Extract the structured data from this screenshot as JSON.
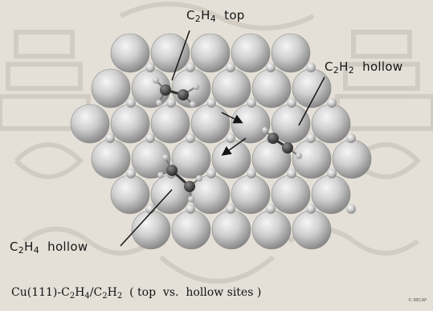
{
  "labels": {
    "c2h4_top": {
      "formula": "C",
      "s1": "2",
      "h": "H",
      "s2": "4",
      "site": "top"
    },
    "c2h2_hollow": {
      "formula": "C",
      "s1": "2",
      "h": "H",
      "s2": "2",
      "site": "hollow"
    },
    "c2h4_hollow": {
      "formula": "C",
      "s1": "2",
      "h": "H",
      "s2": "4",
      "site": "hollow"
    }
  },
  "caption": {
    "pre": "Cu(111)-C",
    "s1": "2",
    "m1": "H",
    "s2": "4",
    "m2": "/C",
    "s3": "2",
    "m3": "H",
    "s4": "2",
    "post": "  ( top  vs.  hollow sites )"
  },
  "copyright": "© RECAP",
  "colors": {
    "background": "#e4e0d8",
    "copper_atom": "#c4c4c4",
    "adsorbate_atom": "#3a3a3a",
    "watermark": "#cfcac1"
  }
}
